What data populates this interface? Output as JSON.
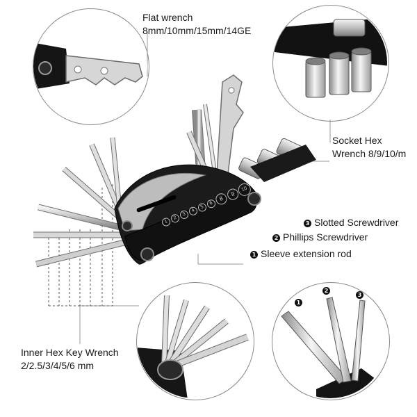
{
  "labels": {
    "flat_wrench_title": "Flat wrench",
    "flat_wrench_sizes": "8mm/10mm/15mm/14GE",
    "socket_title": "Socket Hex",
    "socket_sizes": "Wrench 8/9/10/m",
    "slotted": "Slotted Screwdriver",
    "phillips": "Phillips Screwdriver",
    "sleeve": "Sleeve extension rod",
    "hex_key_title": "Inner Hex Key Wrench",
    "hex_key_sizes": "2/2.5/3/4/5/6 mm"
  },
  "badges": {
    "slotted_num": "3",
    "phillips_num": "2",
    "sleeve_num": "1",
    "detail_1": "1",
    "detail_2": "2",
    "detail_3": "3"
  },
  "body_numbers": [
    "1",
    "2",
    "3",
    "4",
    "5",
    "6",
    "8",
    "9",
    "10"
  ],
  "colors": {
    "tool_body": "#161616",
    "chrome": "#c9c9c9",
    "outline": "#8a8a8a"
  }
}
